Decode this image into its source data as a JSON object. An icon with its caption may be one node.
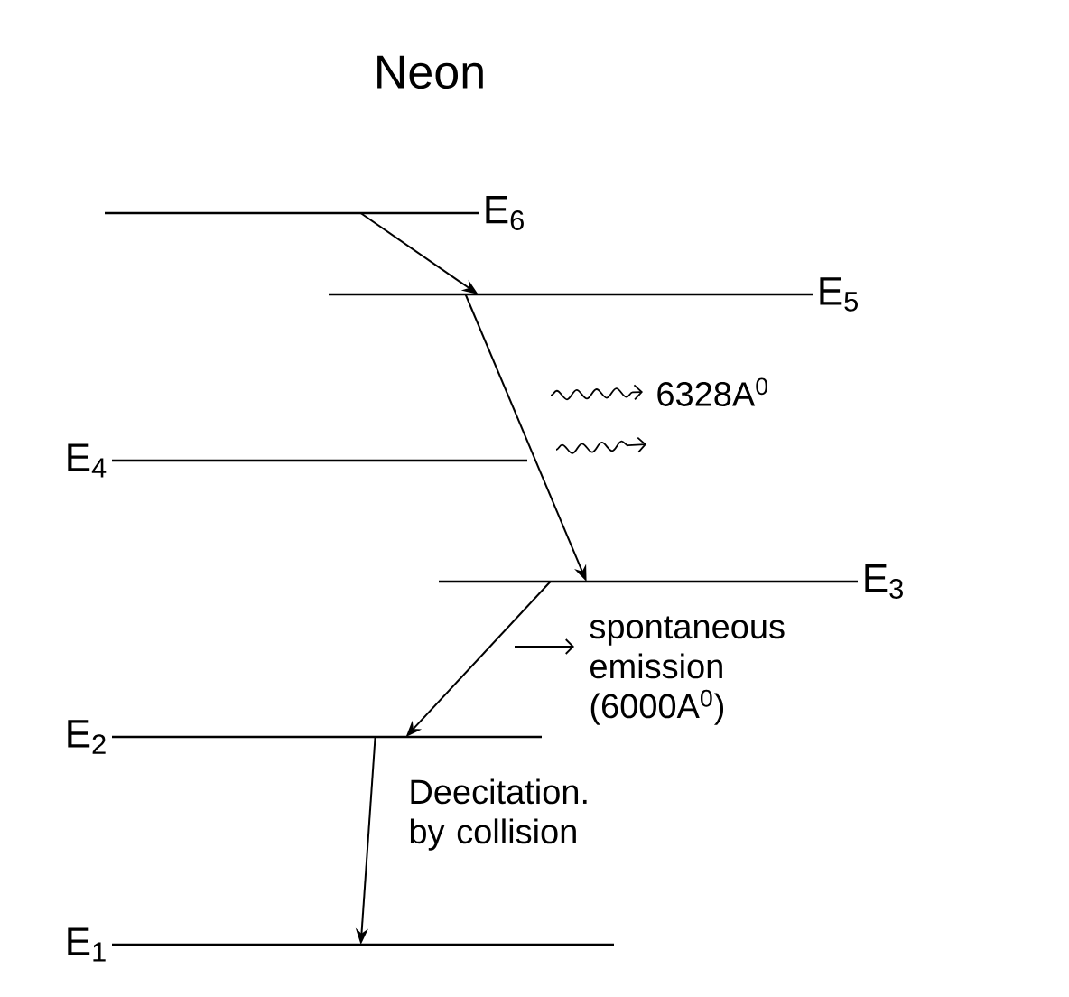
{
  "diagram": {
    "title": "Neon",
    "nodes": [
      {
        "text": [
          "E$_{6}$"
        ]
      },
      {
        "text": [
          "E$_{5}$"
        ]
      },
      {
        "text": [
          "E$_{4}$"
        ]
      },
      {
        "text": [
          "E$_{3}$"
        ]
      },
      {
        "text": [
          "E$_{2}$"
        ]
      },
      {
        "text": [
          "E$_{1}$"
        ]
      }
    ],
    "edges": [
      {
        "from": 0,
        "to": 1,
        "arrow": "to"
      },
      {
        "from": 1,
        "to": 3,
        "arrow": "to",
        "label": "6328A$^{0}$"
      },
      {
        "from": 3,
        "to": 4,
        "arrow": "to",
        "label": "spontaneous emission (6000A$^{0}$)"
      },
      {
        "from": 4,
        "to": 5,
        "arrow": "to",
        "label": "Deecitation. by collision"
      }
    ]
  }
}
